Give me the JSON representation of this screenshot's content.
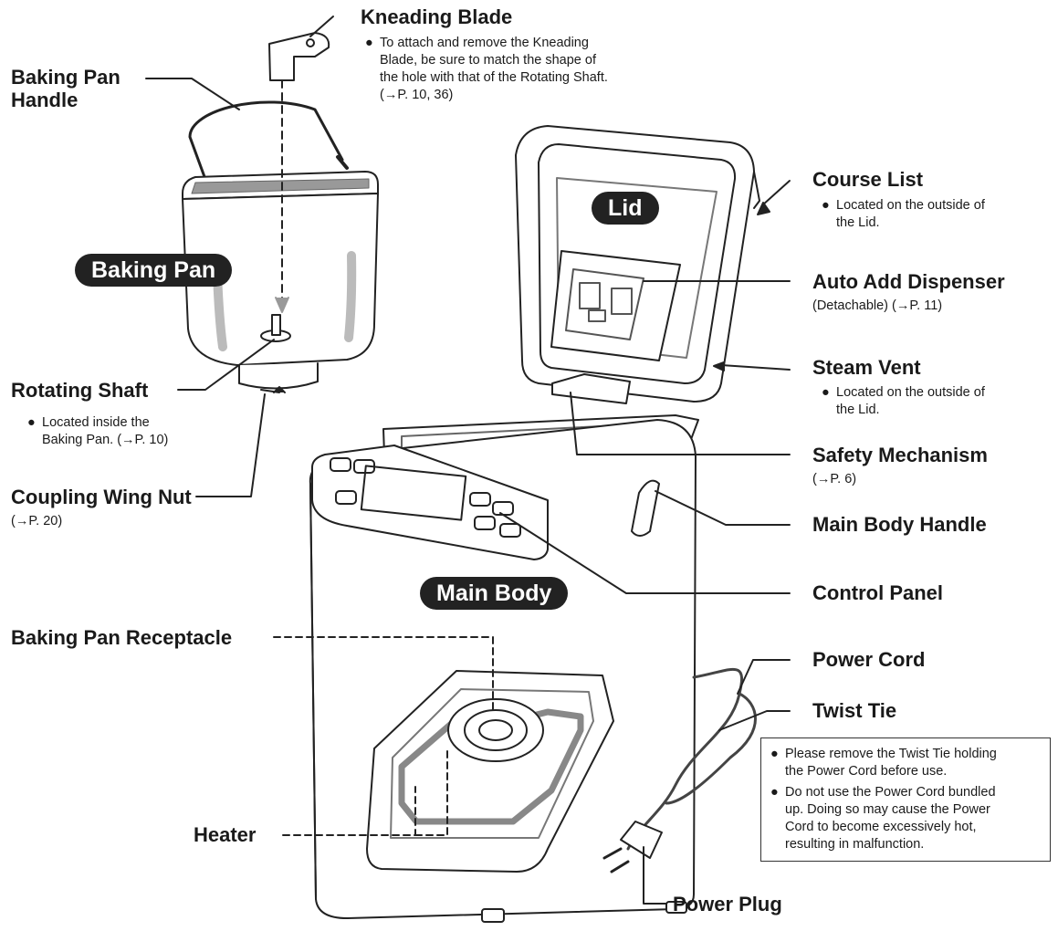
{
  "bullet": "●",
  "labels": {
    "kneading_blade": "Kneading Blade",
    "baking_pan_handle_1": "Baking Pan",
    "baking_pan_handle_2": "Handle",
    "course_list": "Course List",
    "auto_add_dispenser": "Auto Add Dispenser",
    "steam_vent": "Steam Vent",
    "safety_mechanism": "Safety Mechanism",
    "main_body_handle": "Main Body Handle",
    "control_panel": "Control Panel",
    "rotating_shaft": "Rotating Shaft",
    "coupling_wing_nut": "Coupling Wing Nut",
    "baking_pan_receptacle": "Baking Pan Receptacle",
    "heater": "Heater",
    "power_cord": "Power Cord",
    "twist_tie": "Twist Tie",
    "power_plug": "Power Plug"
  },
  "pills": {
    "lid": "Lid",
    "baking_pan": "Baking Pan",
    "main_body": "Main Body"
  },
  "notes": {
    "kneading_blade": [
      "To attach and remove the Kneading",
      "Blade, be sure to match the shape of",
      "the hole with that of the Rotating Shaft.",
      "(→P. 10, 36)"
    ],
    "course_list": [
      "Located on the outside of",
      "the Lid."
    ],
    "auto_add_dispenser": "(Detachable) (→P. 11)",
    "steam_vent": [
      "Located on the outside of",
      "the Lid."
    ],
    "safety_mechanism": "(→P. 6)",
    "rotating_shaft": [
      "Located inside the",
      "Baking Pan. (→P. 10)"
    ],
    "coupling_wing_nut": "(→P. 20)",
    "power_cord_box": [
      [
        "Please remove the Twist Tie holding",
        "the Power Cord before use."
      ],
      [
        "Do not use the Power Cord bundled",
        "up. Doing so may cause the Power",
        "Cord to become excessively hot,",
        "resulting in malfunction."
      ]
    ]
  }
}
